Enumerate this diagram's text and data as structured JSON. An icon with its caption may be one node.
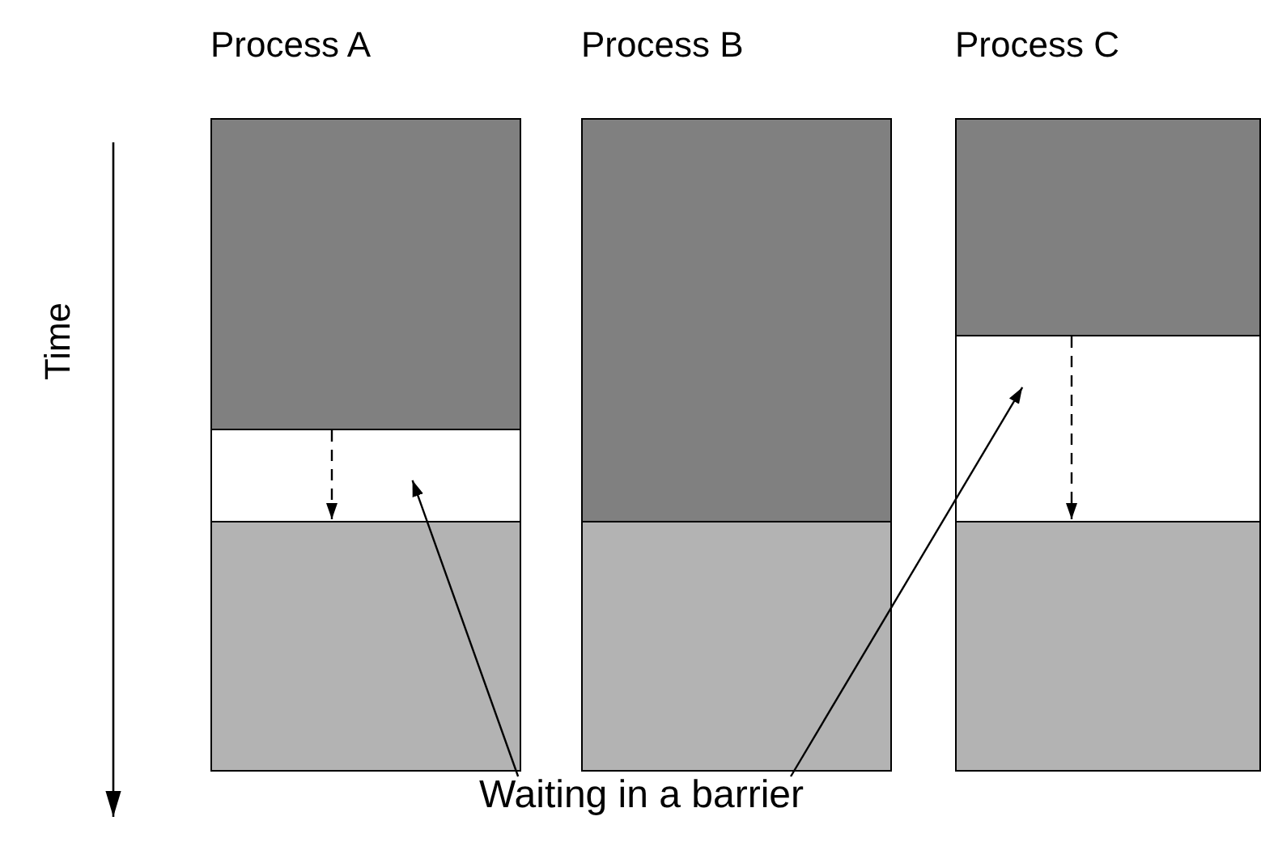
{
  "diagram": {
    "nodes": [
      {
        "text": [
          "Process A"
        ]
      },
      {
        "text": [],
        "shape": "box",
        "in": 0
      },
      {
        "text": [],
        "shape": "box",
        "in": 0
      },
      {
        "text": [],
        "shape": "box",
        "in": 0
      },
      {
        "text": [
          "Process B"
        ]
      },
      {
        "text": [],
        "shape": "box",
        "in": 4
      },
      {
        "text": [],
        "shape": "box",
        "in": 4
      },
      {
        "text": [
          "Process C"
        ]
      },
      {
        "text": [],
        "shape": "box",
        "in": 7
      },
      {
        "text": [],
        "shape": "box",
        "in": 7
      },
      {
        "text": [],
        "shape": "box",
        "in": 7
      },
      {
        "text": [
          "Waiting in a barrier"
        ]
      }
    ],
    "edges": [
      {
        "from": 11,
        "to": 2,
        "arrow": "to"
      },
      {
        "from": 11,
        "to": 9,
        "arrow": "to"
      }
    ],
    "labels": [
      "Time"
    ]
  }
}
